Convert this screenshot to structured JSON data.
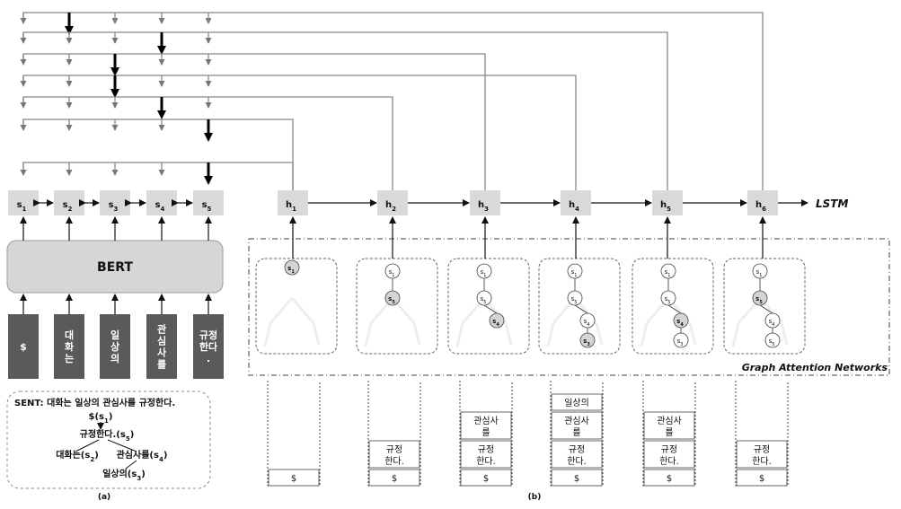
{
  "seq_nodes": [
    "s1",
    "s2",
    "s3",
    "s4",
    "s5"
  ],
  "hidden_nodes": [
    "h1",
    "h2",
    "h3",
    "h4",
    "h5",
    "h6"
  ],
  "bert_label": "BERT",
  "lstm_label": "LSTM",
  "gat_label": "Graph Attention Networks",
  "tokens": [
    "$",
    "대\n화\n는",
    "일\n상\n의",
    "관\n심\n사\n를",
    "규정\n한다\n."
  ],
  "sentence_box": {
    "sent": "SENT: 대화는 일상의 관심사를 규정한다.",
    "root": "$(s1)",
    "l2": "규정한다.(s5)",
    "l3_left": "대화는(s2)",
    "l3_right": "관심사를(s4)",
    "l4": "일상의(s3)"
  },
  "caption_a": "(a)",
  "caption_b": "(b)",
  "graphs": [
    {
      "nodes": [
        "s1"
      ]
    },
    {
      "nodes": [
        "s1",
        "s5"
      ]
    },
    {
      "nodes": [
        "s1",
        "s5",
        "s4"
      ]
    },
    {
      "nodes": [
        "s1",
        "s5",
        "s4",
        "s3"
      ]
    },
    {
      "nodes": [
        "s1",
        "s5",
        "s4",
        "s3"
      ]
    },
    {
      "nodes": [
        "s1",
        "s5",
        "s4",
        "s5"
      ]
    }
  ],
  "stacks": [
    [
      "$"
    ],
    [
      "규정\n한다.",
      "$"
    ],
    [
      "관심사\n를",
      "규정\n한다.",
      "$"
    ],
    [
      "일상의",
      "관심사\n를",
      "규정\n한다.",
      "$"
    ],
    [
      "관심사\n를",
      "규정\n한다.",
      "$"
    ],
    [
      "규정\n한다.",
      "$"
    ]
  ]
}
